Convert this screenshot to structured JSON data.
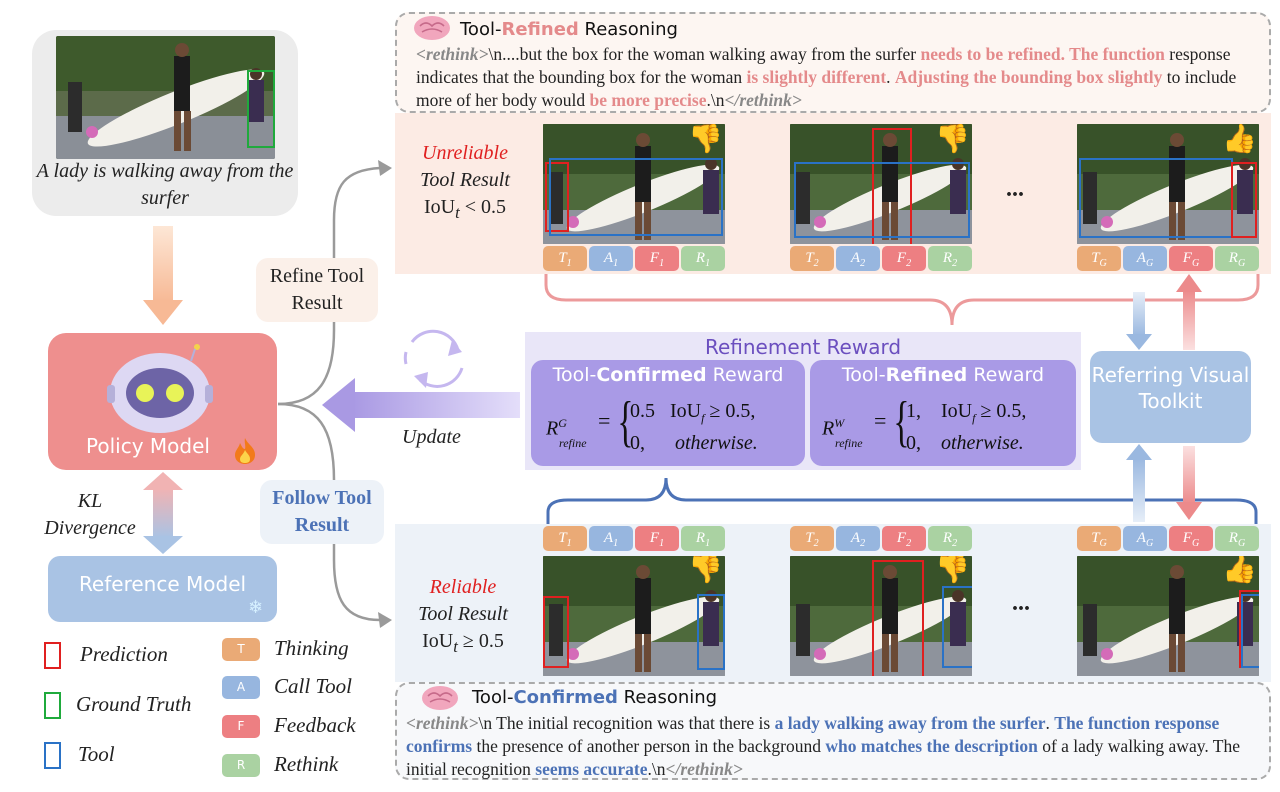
{
  "query": {
    "caption": "A lady is walking away from the surfer"
  },
  "policy": {
    "label": "Policy Model",
    "fire_icon": "fire-icon"
  },
  "reference": {
    "label": "Reference Model",
    "snow_icon": "snowflake-icon"
  },
  "kl": {
    "label": "KL Divergence"
  },
  "update": {
    "label": "Update"
  },
  "branches": {
    "refine": "Refine Tool Result",
    "follow": "Follow Tool Result"
  },
  "legend_boxes": [
    {
      "label": "Prediction",
      "color": "#e02020"
    },
    {
      "label": "Ground Truth",
      "color": "#1faa3c"
    },
    {
      "label": "Tool",
      "color": "#2a72c6"
    }
  ],
  "legend_tags": [
    {
      "letter": "T",
      "label": "Thinking",
      "color": "#eaaa76"
    },
    {
      "letter": "A",
      "label": "Call Tool",
      "color": "#97b6df"
    },
    {
      "letter": "F",
      "label": "Feedback",
      "color": "#ed7f82"
    },
    {
      "letter": "R",
      "label": "Rethink",
      "color": "#aad2a2"
    }
  ],
  "top": {
    "title_pre": "Tool-",
    "title_hl": "Refined",
    "title_post": " Reasoning",
    "body": [
      {
        "t": "<rethink>",
        "c": "gray-it"
      },
      {
        "t": "\\n....but the box for the woman walking away from the surfer ",
        "c": ""
      },
      {
        "t": "needs to be refined. The function",
        "c": "red"
      },
      {
        "t": " response indicates that the bounding box for the woman ",
        "c": ""
      },
      {
        "t": "is slightly different",
        "c": "red"
      },
      {
        "t": ". ",
        "c": ""
      },
      {
        "t": "Adjusting the bounding box slightly",
        "c": "red"
      },
      {
        "t": " to include more of her body would ",
        "c": ""
      },
      {
        "t": "be more precise",
        "c": "red"
      },
      {
        "t": ".\\n",
        "c": ""
      },
      {
        "t": "</rethink>",
        "c": "gray-it"
      }
    ],
    "status_word": "Unreliable",
    "status_line": "Tool Result",
    "iou": "IoU",
    "iou_sub": "t",
    "iou_op": " < 0.5",
    "ellipsis": "...",
    "tags": [
      [
        "T1",
        "A1",
        "F1",
        "R1"
      ],
      [
        "T2",
        "A2",
        "F2",
        "R2"
      ],
      [
        "TG",
        "AG",
        "FG",
        "RG"
      ]
    ]
  },
  "bottom": {
    "title_pre": "Tool-",
    "title_hl": "Confirmed",
    "title_post": " Reasoning",
    "body": [
      {
        "t": "<rethink>",
        "c": "gray-it"
      },
      {
        "t": "\\n The initial recognition was that there is ",
        "c": ""
      },
      {
        "t": "a lady walking away from the surfer",
        "c": "blue"
      },
      {
        "t": ". ",
        "c": ""
      },
      {
        "t": "The function response confirms",
        "c": "blue"
      },
      {
        "t": " the presence of another person in the background ",
        "c": ""
      },
      {
        "t": "who matches the description",
        "c": "blue"
      },
      {
        "t": " of a lady walking away. The initial recognition ",
        "c": ""
      },
      {
        "t": "seems accurate",
        "c": "blue"
      },
      {
        "t": ".\\n",
        "c": ""
      },
      {
        "t": "</rethink>",
        "c": "gray-it"
      }
    ],
    "status_word": "Reliable",
    "status_line": "Tool Result",
    "iou": "IoU",
    "iou_sub": "t",
    "iou_op": " ≥ 0.5",
    "ellipsis": "...",
    "tags": [
      [
        "T1",
        "A1",
        "F1",
        "R1"
      ],
      [
        "T2",
        "A2",
        "F2",
        "R2"
      ],
      [
        "TG",
        "AG",
        "FG",
        "RG"
      ]
    ]
  },
  "reward": {
    "title": "Refinement Reward",
    "confirmed": {
      "pre": "Tool-",
      "hl": "Confirmed",
      "post": " Reward",
      "R": "R",
      "sup": "G",
      "sub": "refine",
      "v1": "0.5",
      "cond1": "IoU",
      "cond1_sub": "f",
      "cond1_op": " ≥ 0.5,",
      "v2": "0,",
      "cond2": "otherwise."
    },
    "refined": {
      "pre": "Tool-",
      "hl": "Refined",
      "post": " Reward",
      "R": "R",
      "sup": "W",
      "sub": "refine",
      "v1": "1,",
      "cond1": "IoU",
      "cond1_sub": "f",
      "cond1_op": " ≥ 0.5,",
      "v2": "0,",
      "cond2": "otherwise."
    }
  },
  "toolkit": {
    "label": "Referring Visual Toolkit"
  }
}
